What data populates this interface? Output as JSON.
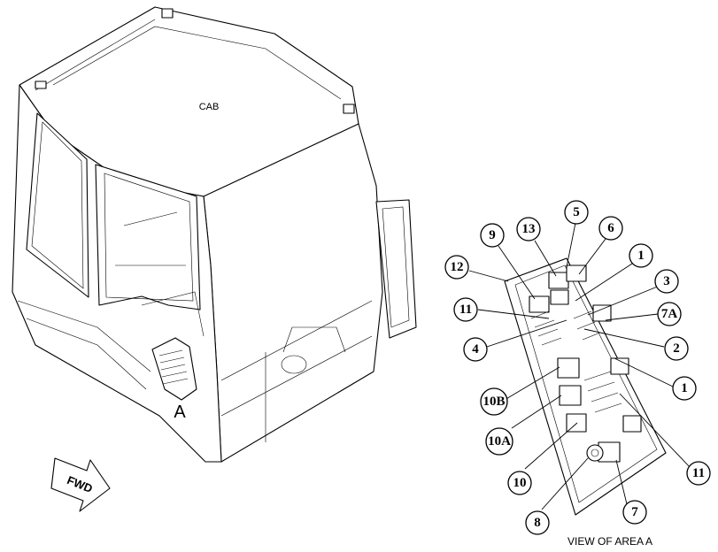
{
  "labels": {
    "cab": "CAB",
    "area_marker": "A",
    "fwd": "FWD",
    "view_caption": "VIEW OF AREA  A"
  },
  "callouts": [
    "5",
    "13",
    "9",
    "6",
    "12",
    "1",
    "3",
    "11",
    "7A",
    "4",
    "2",
    "1",
    "10B",
    "10A",
    "11",
    "10",
    "7",
    "8"
  ]
}
